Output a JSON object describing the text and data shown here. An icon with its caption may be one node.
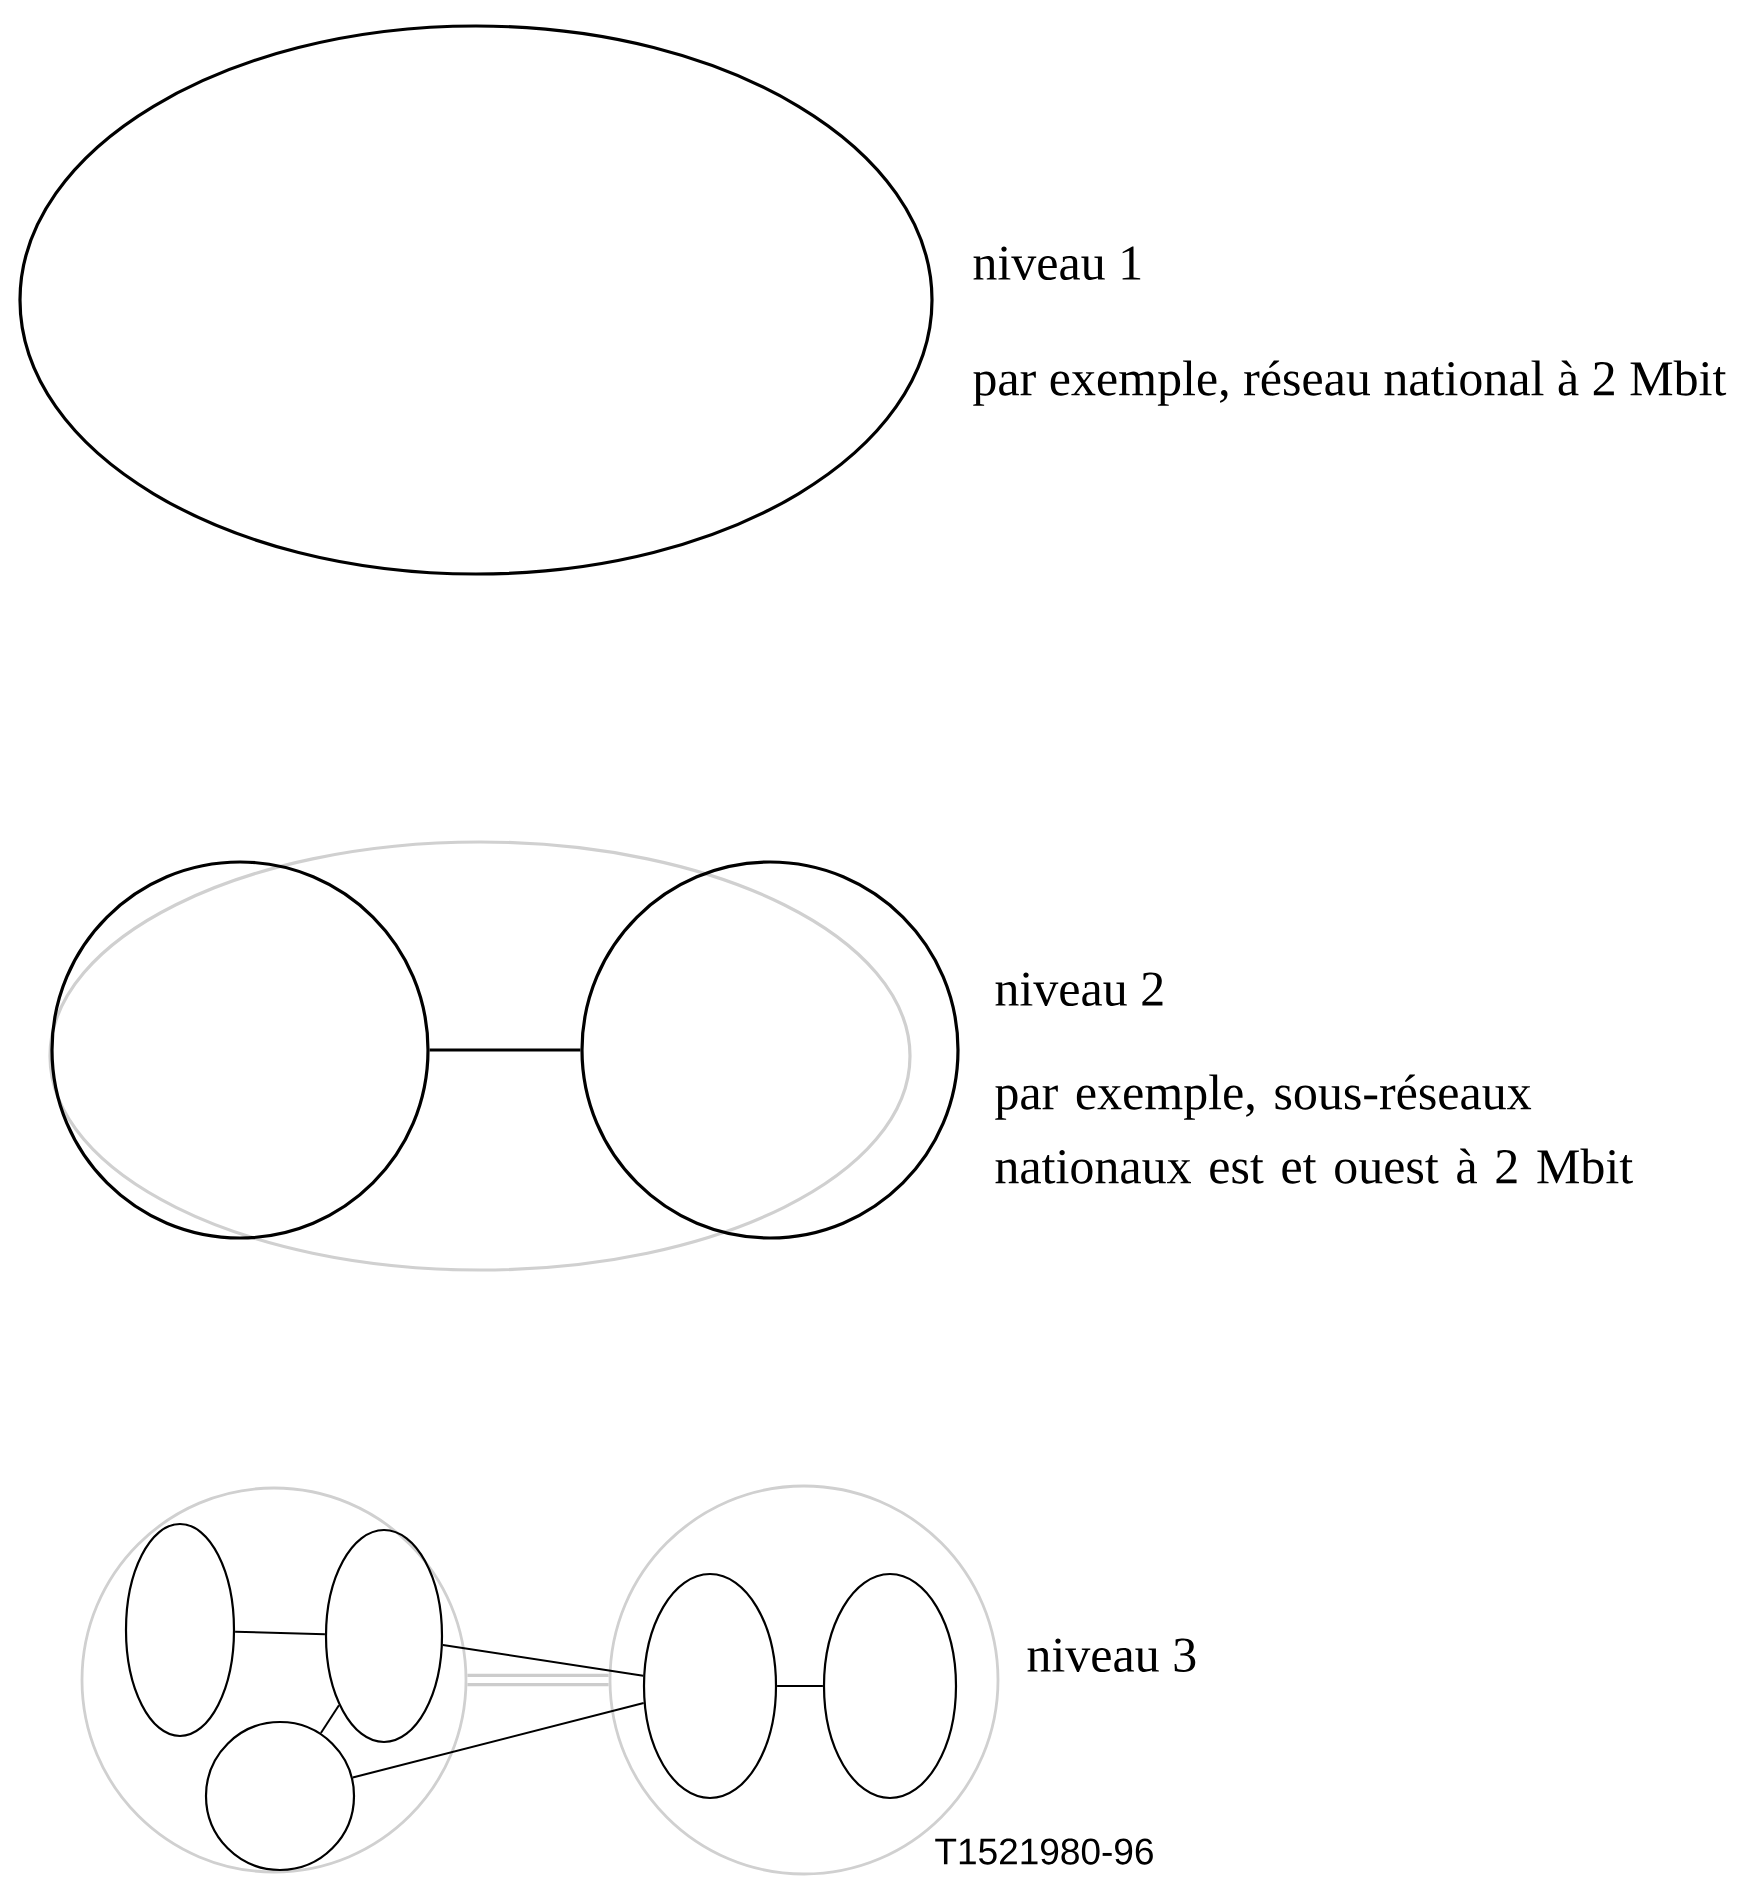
{
  "diagram": {
    "nodes": [
      {
        "text": [],
        "shape": "ellipse",
        "beside": [
          "niveau 1",
          "par exemple, réseau national à 2 Mbit"
        ]
      },
      {
        "text": [],
        "shape": "ellipse"
      },
      {
        "text": [],
        "shape": "circle",
        "in": 1
      },
      {
        "text": [],
        "shape": "circle",
        "in": 1,
        "beside": [
          "niveau 2",
          "par exemple, sous-réseaux nationaux est et ouest à 2 Mbit"
        ]
      },
      {
        "text": [],
        "shape": "circle"
      },
      {
        "text": [],
        "shape": "circle",
        "beside": [
          "niveau 3"
        ]
      },
      {
        "text": [],
        "shape": "ellipse",
        "in": 4
      },
      {
        "text": [],
        "shape": "ellipse",
        "in": 4
      },
      {
        "text": [],
        "shape": "circle",
        "in": 4
      },
      {
        "text": [],
        "shape": "ellipse",
        "in": 5
      },
      {
        "text": [],
        "shape": "ellipse",
        "in": 5
      }
    ],
    "edges": [
      {
        "from": 2,
        "to": 3,
        "arrow": "none"
      },
      {
        "from": 6,
        "to": 7,
        "arrow": "none"
      },
      {
        "from": 8,
        "to": 7,
        "arrow": "none"
      },
      {
        "from": 4,
        "to": 5,
        "arrow": "none",
        "style": "thick",
        "color": "#cccccc"
      },
      {
        "from": 7,
        "to": 9,
        "arrow": "none"
      },
      {
        "from": 8,
        "to": 9,
        "arrow": "none"
      },
      {
        "from": 9,
        "to": 10,
        "arrow": "none"
      }
    ],
    "labels": [
      "T1521980-96"
    ]
  }
}
